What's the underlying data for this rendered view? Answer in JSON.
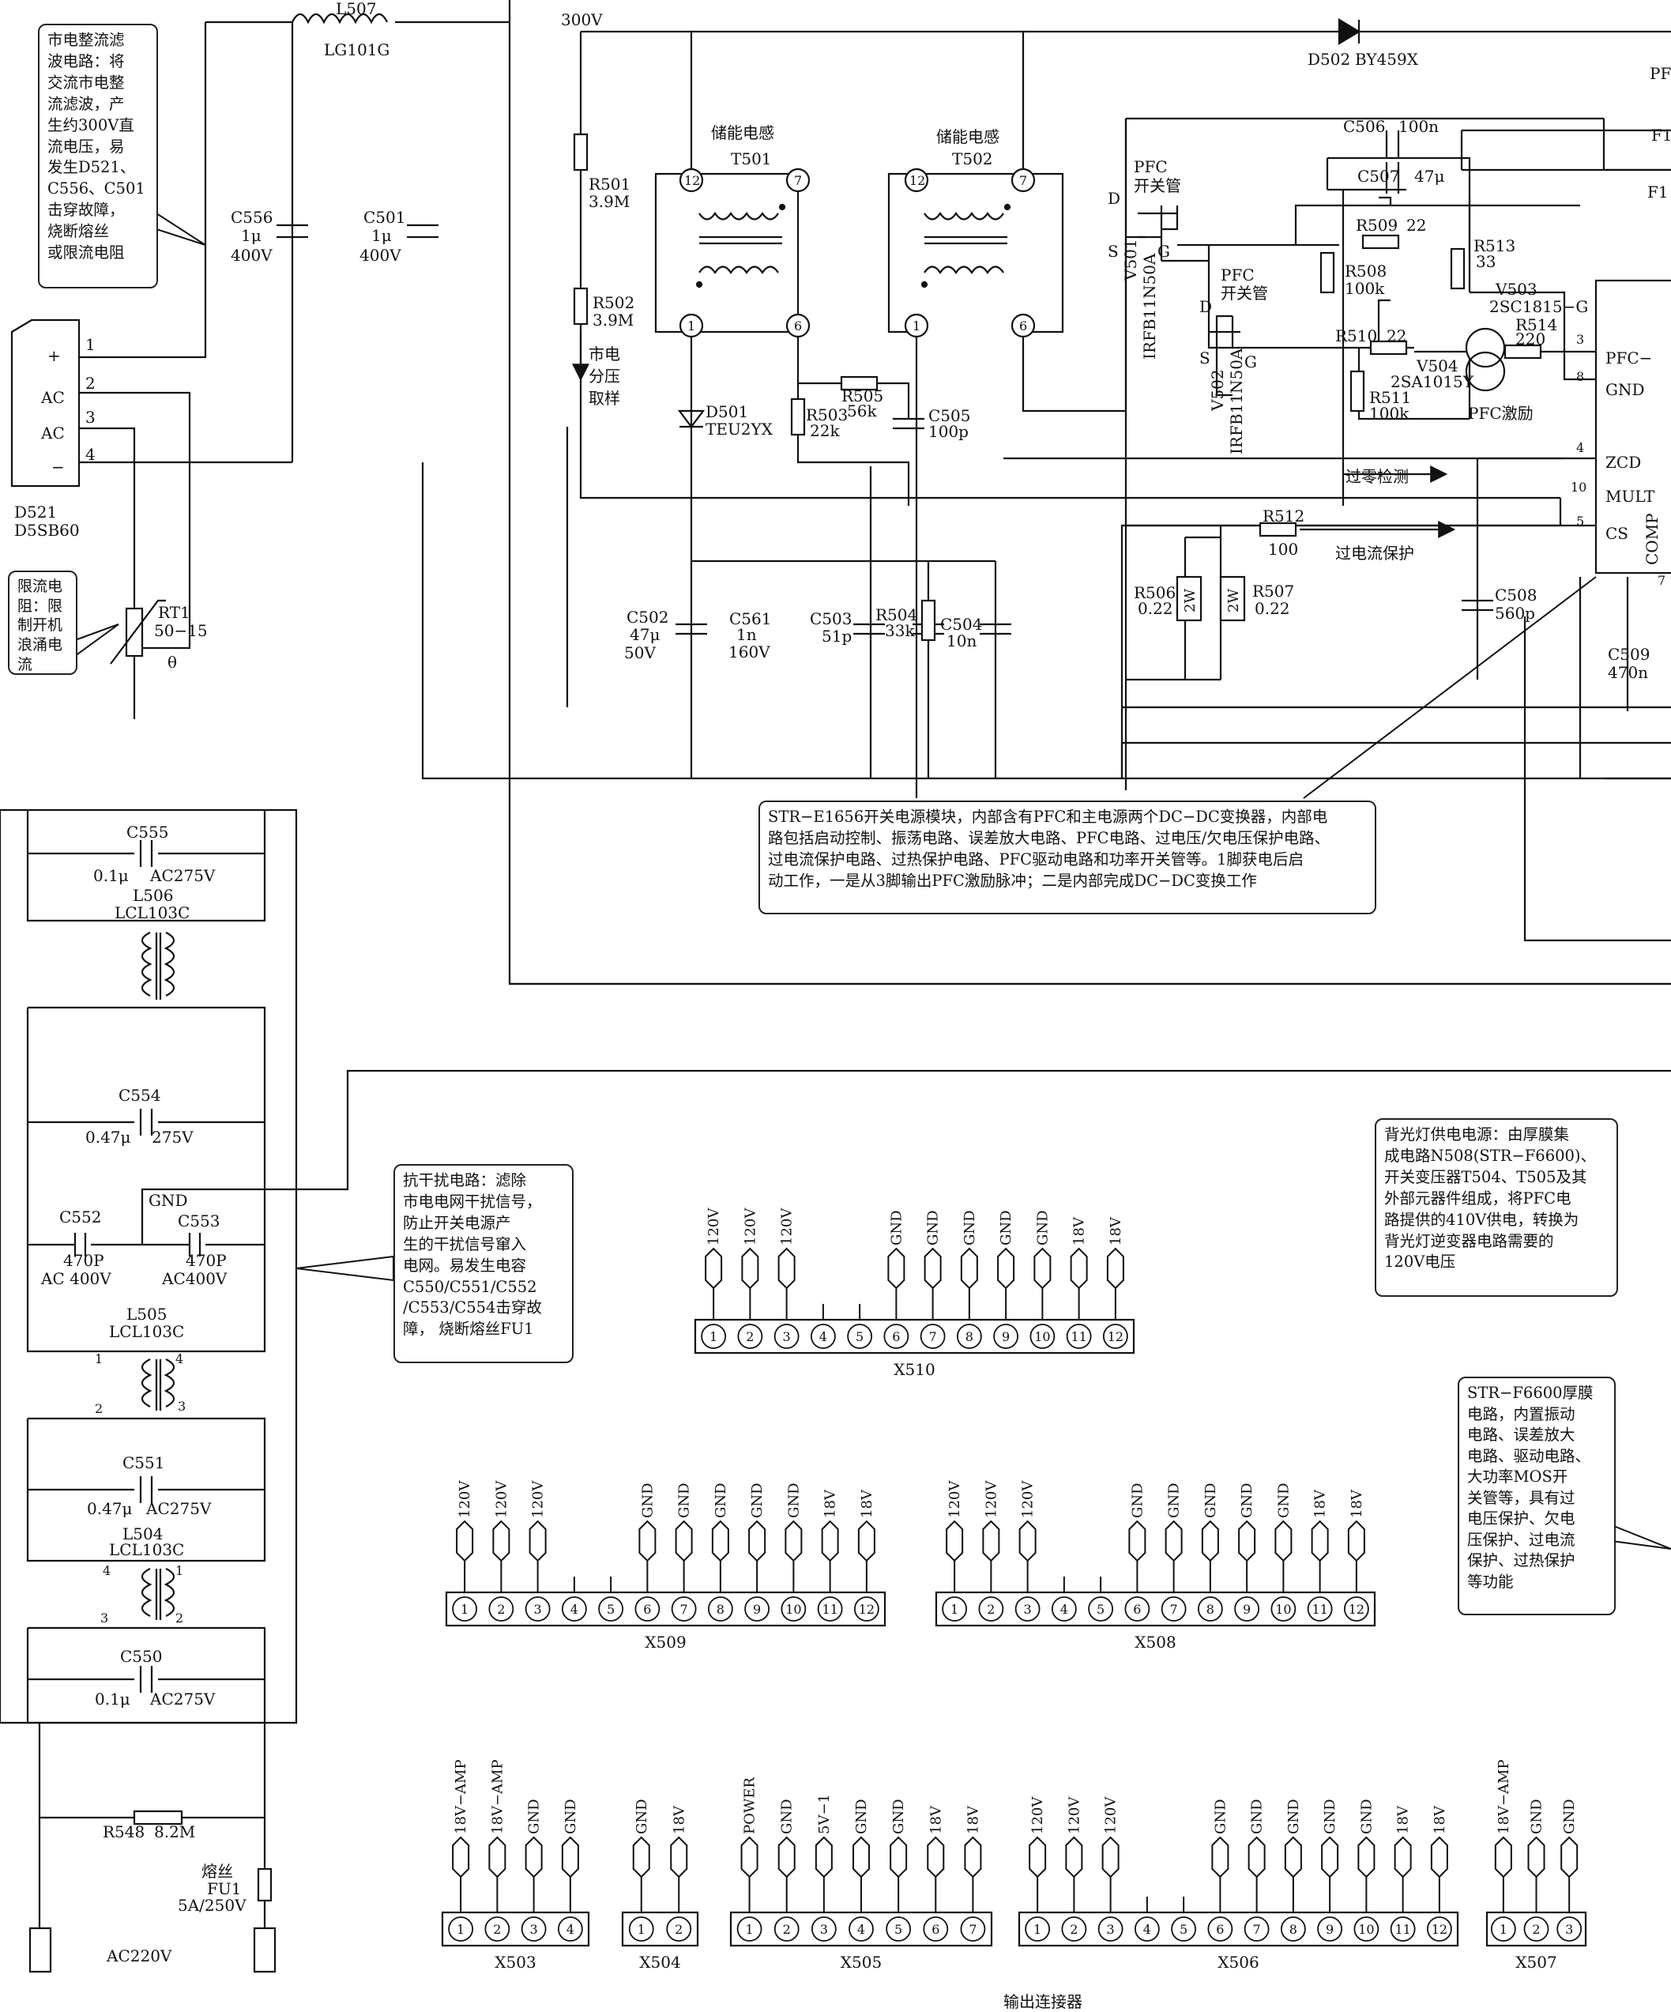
{
  "top": {
    "l507": {
      "ref": "L507",
      "value": "LG101G"
    },
    "v300": "300V",
    "d502": {
      "ref": "D502",
      "value": "BY459X"
    },
    "edge_pf": "PF",
    "edge_f1a": "F1",
    "edge_f1b": "F1"
  },
  "rect": {
    "d521": {
      "ref": "D521",
      "value": "D5SB60"
    },
    "pins": [
      {
        "sym": "+",
        "num": "1"
      },
      {
        "sym": "AC",
        "num": "2"
      },
      {
        "sym": "AC",
        "num": "3"
      },
      {
        "sym": "−",
        "num": "4"
      }
    ],
    "c556": {
      "ref": "C556",
      "v1": "1μ",
      "v2": "400V"
    },
    "c501": {
      "ref": "C501",
      "v1": "1μ",
      "v2": "400V"
    },
    "rt1": {
      "ref": "RT1",
      "value": "50−15",
      "theta": "θ"
    }
  },
  "pfc": {
    "r501": {
      "ref": "R501",
      "value": "3.9M"
    },
    "r502": {
      "ref": "R502",
      "value": "3.9M"
    },
    "sample_label": "市电\n分压\n取样",
    "t501": {
      "ref": "T501",
      "name": "储能电感",
      "p12": "12",
      "p7": "7",
      "p1": "1",
      "p6": "6"
    },
    "t502": {
      "ref": "T502",
      "name": "储能电感",
      "p12": "12",
      "p7": "7",
      "p1": "1",
      "p6": "6"
    },
    "d501": {
      "ref": "D501",
      "value": "TEU2YX"
    },
    "r503": {
      "ref": "R503",
      "value": "22k"
    },
    "r505": {
      "ref": "R505",
      "value": "56k"
    },
    "c505": {
      "ref": "C505",
      "value": "100p"
    },
    "c502": {
      "ref": "C502",
      "v1": "47μ",
      "v2": "50V"
    },
    "c561": {
      "ref": "C561",
      "v1": "1n",
      "v2": "160V"
    },
    "c503": {
      "ref": "C503",
      "value": "51p"
    },
    "r504": {
      "ref": "R504",
      "value": "33k"
    },
    "c504": {
      "ref": "C504",
      "value": "10n"
    },
    "v501": {
      "ref": "V501",
      "value": "IRFB11N50A",
      "name": "PFC\n开关管",
      "d": "D",
      "s": "S",
      "g": "G"
    },
    "v502": {
      "ref": "V502",
      "value": "IRFB11N50A",
      "name": "PFC\n开关管",
      "d": "D",
      "s": "S",
      "g": "G"
    },
    "c506": {
      "ref": "C506",
      "value": "100n"
    },
    "c507": {
      "ref": "C507",
      "value": "47μ"
    },
    "r509": {
      "ref": "R509",
      "value": "22"
    },
    "r508": {
      "ref": "R508",
      "value": "100k"
    },
    "r513": {
      "ref": "R513",
      "value": "33"
    },
    "v503": {
      "ref": "V503",
      "value": "2SC1815−G"
    },
    "r514": {
      "ref": "R514",
      "value": "220"
    },
    "r510": {
      "ref": "R510",
      "value": "22"
    },
    "v504": {
      "ref": "V504",
      "value": "2SA1015Y"
    },
    "r511": {
      "ref": "R511",
      "value": "100k"
    },
    "pfc_drive": "PFC激励",
    "r512": {
      "ref": "R512",
      "value": "100"
    },
    "r506": {
      "ref": "R506",
      "value": "0.22",
      "power": "2W"
    },
    "r507": {
      "ref": "R507",
      "value": "0.22",
      "power": "2W"
    },
    "c508": {
      "ref": "C508",
      "value": "560p"
    },
    "c509": {
      "ref": "C509",
      "value": "470n"
    },
    "zcd_label": "过零检测",
    "ocp_label": "过电流保护",
    "ic_pins": [
      {
        "num": "3",
        "name": "PFC−"
      },
      {
        "num": "8",
        "name": "GND"
      },
      {
        "num": "4",
        "name": "ZCD"
      },
      {
        "num": "10",
        "name": "MULT"
      },
      {
        "num": "5",
        "name": "CS"
      },
      {
        "num": "7",
        "name": ""
      }
    ],
    "ic_comp": "COMP"
  },
  "filter": {
    "c555": {
      "ref": "C555",
      "v1": "0.1μ",
      "v2": "AC275V"
    },
    "l506": {
      "ref": "L506",
      "value": "LCL103C"
    },
    "c554": {
      "ref": "C554",
      "v1": "0.47μ",
      "v2": "275V"
    },
    "gnd": "GND",
    "c552": {
      "ref": "C552",
      "v1": "470P",
      "v2": "AC 400V"
    },
    "c553": {
      "ref": "C553",
      "v1": "470P",
      "v2": "AC400V"
    },
    "l505": {
      "ref": "L505",
      "value": "LCL103C",
      "p1": "1",
      "p2": "2",
      "p3": "3",
      "p4": "4"
    },
    "c551": {
      "ref": "C551",
      "v1": "0.47μ",
      "v2": "AC275V"
    },
    "l504": {
      "ref": "L504",
      "value": "LCL103C",
      "p1": "1",
      "p2": "2",
      "p3": "3",
      "p4": "4"
    },
    "c550": {
      "ref": "C550",
      "v1": "0.1μ",
      "v2": "AC275V"
    },
    "r548": {
      "ref": "R548",
      "value": "8.2M"
    },
    "fu1": {
      "name": "熔丝",
      "ref": "FU1",
      "value": "5A/250V"
    },
    "ac220": "AC220V"
  },
  "callouts": {
    "rectifier": "市电整流滤\n波电路：将\n交流市电整\n流滤波，产\n生约300V直\n流电压，易\n发生D521、\nC556、C501\n击穿故障，\n烧断熔丝\n或限流电阻",
    "rt1": "限流电\n阻：限\n制开机\n浪涌电\n流",
    "emi": "抗干扰电路：滤除\n市电电网干扰信号，\n防止开关电源产\n生的干扰信号窜入\n电网。易发生电容\nC550/C551/C552\n/C553/C554击穿故\n障， 烧断熔丝FU1",
    "str_e1656": "STR−E1656开关电源模块，内部含有PFC和主电源两个DC−DC变换器，内部电\n路包括启动控制、振荡电路、误差放大电路、PFC电路、过电压/欠电压保护电路、\n过电流保护电路、过热保护电路、PFC驱动电路和功率开关管等。1脚获电后启\n动工作，一是从3脚输出PFC激励脉冲；二是内部完成DC−DC变换工作",
    "backlight": "背光灯供电电源：由厚膜集\n成电路N508(STR−F6600)、\n开关变压器T504、T505及其\n外部元器件组成，将PFC电\n路提供的410V供电，转换为\n背光灯逆变器电路需要的\n120V电压",
    "str_f6600": "STR−F6600厚膜\n电路，内置振动\n电路、误差放大\n电路、驱动电路、\n大功率MOS开\n关管等，具有过\n电压保护、欠电\n压保护、过电流\n保护、过热保护\n等功能"
  },
  "connectors": {
    "x510": {
      "ref": "X510",
      "pins": [
        "1",
        "2",
        "3",
        "4",
        "5",
        "6",
        "7",
        "8",
        "9",
        "10",
        "11",
        "12"
      ],
      "labels": [
        "120V",
        "120V",
        "120V",
        "",
        "",
        "GND",
        "GND",
        "GND",
        "GND",
        "GND",
        "18V",
        "18V"
      ]
    },
    "x509": {
      "ref": "X509",
      "pins": [
        "1",
        "2",
        "3",
        "4",
        "5",
        "6",
        "7",
        "8",
        "9",
        "10",
        "11",
        "12"
      ],
      "labels": [
        "120V",
        "120V",
        "120V",
        "",
        "",
        "GND",
        "GND",
        "GND",
        "GND",
        "GND",
        "18V",
        "18V"
      ]
    },
    "x508": {
      "ref": "X508",
      "pins": [
        "1",
        "2",
        "3",
        "4",
        "5",
        "6",
        "7",
        "8",
        "9",
        "10",
        "11",
        "12"
      ],
      "labels": [
        "120V",
        "120V",
        "120V",
        "",
        "",
        "GND",
        "GND",
        "GND",
        "GND",
        "GND",
        "18V",
        "18V"
      ]
    },
    "x503": {
      "ref": "X503",
      "pins": [
        "1",
        "2",
        "3",
        "4"
      ],
      "labels": [
        "18V−AMP",
        "18V−AMP",
        "GND",
        "GND"
      ]
    },
    "x504": {
      "ref": "X504",
      "pins": [
        "1",
        "2"
      ],
      "labels": [
        "GND",
        "18V"
      ]
    },
    "x505": {
      "ref": "X505",
      "pins": [
        "1",
        "2",
        "3",
        "4",
        "5",
        "6",
        "7"
      ],
      "labels": [
        "POWER",
        "GND",
        "5V−1",
        "GND",
        "GND",
        "18V",
        "18V"
      ]
    },
    "x506": {
      "ref": "X506",
      "pins": [
        "1",
        "2",
        "3",
        "4",
        "5",
        "6",
        "7",
        "8",
        "9",
        "10",
        "11",
        "12"
      ],
      "labels": [
        "120V",
        "120V",
        "120V",
        "",
        "",
        "GND",
        "GND",
        "GND",
        "GND",
        "GND",
        "18V",
        "18V"
      ]
    },
    "x507": {
      "ref": "X507",
      "pins": [
        "1",
        "2",
        "3"
      ],
      "labels": [
        "18V−AMP",
        "GND",
        "GND"
      ]
    },
    "caption": "输出连接器"
  }
}
